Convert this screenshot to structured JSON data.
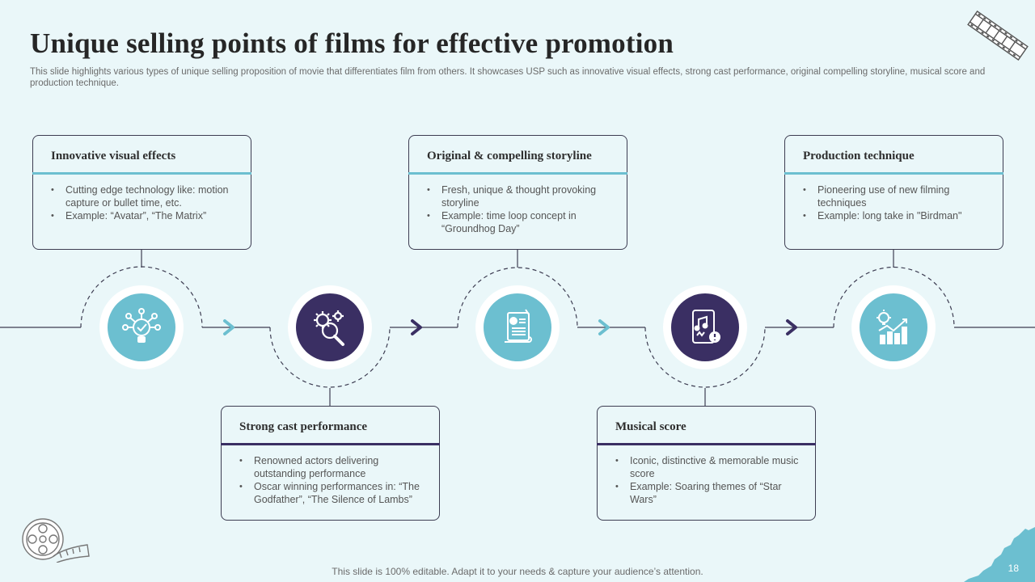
{
  "slide": {
    "title": "Unique selling points of films for effective promotion",
    "subtitle": "This slide highlights various types of unique selling proposition of movie that differentiates film from others. It showcases USP such as innovative visual effects, strong cast performance, original compelling storyline, musical score and production technique.",
    "footer": "This slide is 100% editable. Adapt it to your needs & capture your audience’s attention.",
    "page_number": "18"
  },
  "colors": {
    "background": "#eaf7f9",
    "teal": "#6cbfd0",
    "navy": "#3a2f63",
    "card_border": "#3d3d52"
  },
  "cards": [
    {
      "heading": "Innovative visual effects",
      "accent": "teal",
      "icon": "lightbulb-check-icon",
      "bullets": [
        "Cutting edge technology like: motion capture or bullet time, etc.",
        "Example: “Avatar”, “The Matrix”"
      ]
    },
    {
      "heading": "Strong cast performance",
      "accent": "navy",
      "icon": "gears-magnifier-icon",
      "bullets": [
        "Renowned actors delivering outstanding performance",
        "Oscar winning performances in: “The Godfather”, “The Silence of Lambs”"
      ]
    },
    {
      "heading": "Original & compelling storyline",
      "accent": "teal",
      "icon": "script-scroll-icon",
      "bullets": [
        "Fresh, unique & thought provoking storyline",
        "Example: time loop concept in “Groundhog Day”"
      ]
    },
    {
      "heading": "Musical score",
      "accent": "navy",
      "icon": "music-tablet-icon",
      "bullets": [
        "Iconic, distinctive & memorable music score",
        "Example: Soaring themes of “Star Wars”"
      ]
    },
    {
      "heading": "Production technique",
      "accent": "teal",
      "icon": "bulb-chart-icon",
      "bullets": [
        "Pioneering use of new filming techniques",
        "Example: long take in \"Birdman\""
      ]
    }
  ],
  "decorations": {
    "top_right": "film-strip-icon",
    "bottom_left": "film-reel-icon",
    "bottom_right": "torn-paper-corner"
  }
}
